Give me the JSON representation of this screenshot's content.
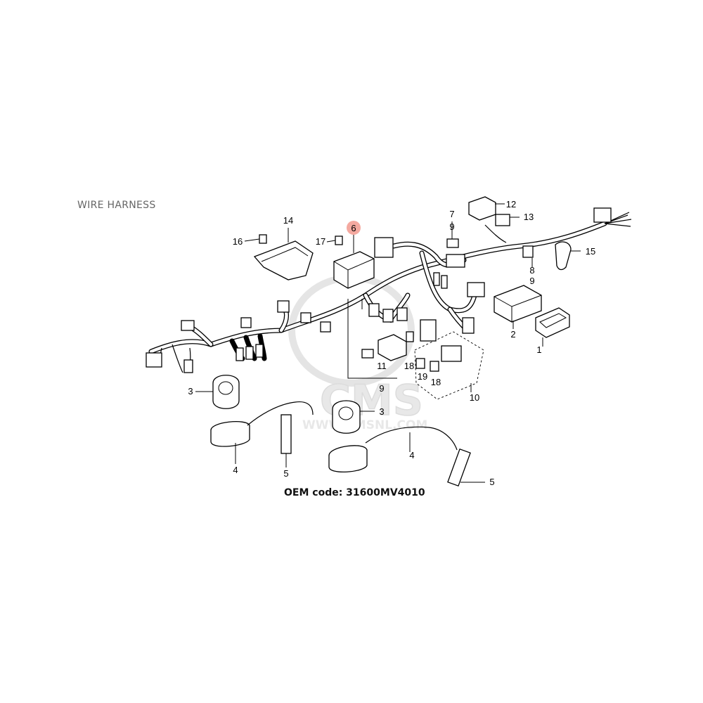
{
  "header": {
    "title": "WIRE HARNESS"
  },
  "footer": {
    "oem_label": "OEM code: 31600MV4010"
  },
  "highlight_color": "#f4a9a0",
  "watermark": {
    "line1": "CMS",
    "line2": "WWW.CMSNL.COM"
  },
  "callouts": [
    {
      "id": "c1",
      "label": "1"
    },
    {
      "id": "c2",
      "label": "2"
    },
    {
      "id": "c3a",
      "label": "3"
    },
    {
      "id": "c3b",
      "label": "3"
    },
    {
      "id": "c4a",
      "label": "4"
    },
    {
      "id": "c4b",
      "label": "4"
    },
    {
      "id": "c5a",
      "label": "5"
    },
    {
      "id": "c5b",
      "label": "5"
    },
    {
      "id": "c6",
      "label": "6",
      "highlighted": true
    },
    {
      "id": "c7",
      "label": "7"
    },
    {
      "id": "c8",
      "label": "8"
    },
    {
      "id": "c9a",
      "label": "9"
    },
    {
      "id": "c9b",
      "label": "9"
    },
    {
      "id": "c9c",
      "label": "9"
    },
    {
      "id": "c10",
      "label": "10"
    },
    {
      "id": "c11",
      "label": "11"
    },
    {
      "id": "c12",
      "label": "12"
    },
    {
      "id": "c13",
      "label": "13"
    },
    {
      "id": "c14",
      "label": "14"
    },
    {
      "id": "c15",
      "label": "15"
    },
    {
      "id": "c16",
      "label": "16"
    },
    {
      "id": "c17",
      "label": "17"
    },
    {
      "id": "c18a",
      "label": "18"
    },
    {
      "id": "c18b",
      "label": "18"
    },
    {
      "id": "c19",
      "label": "19"
    }
  ]
}
